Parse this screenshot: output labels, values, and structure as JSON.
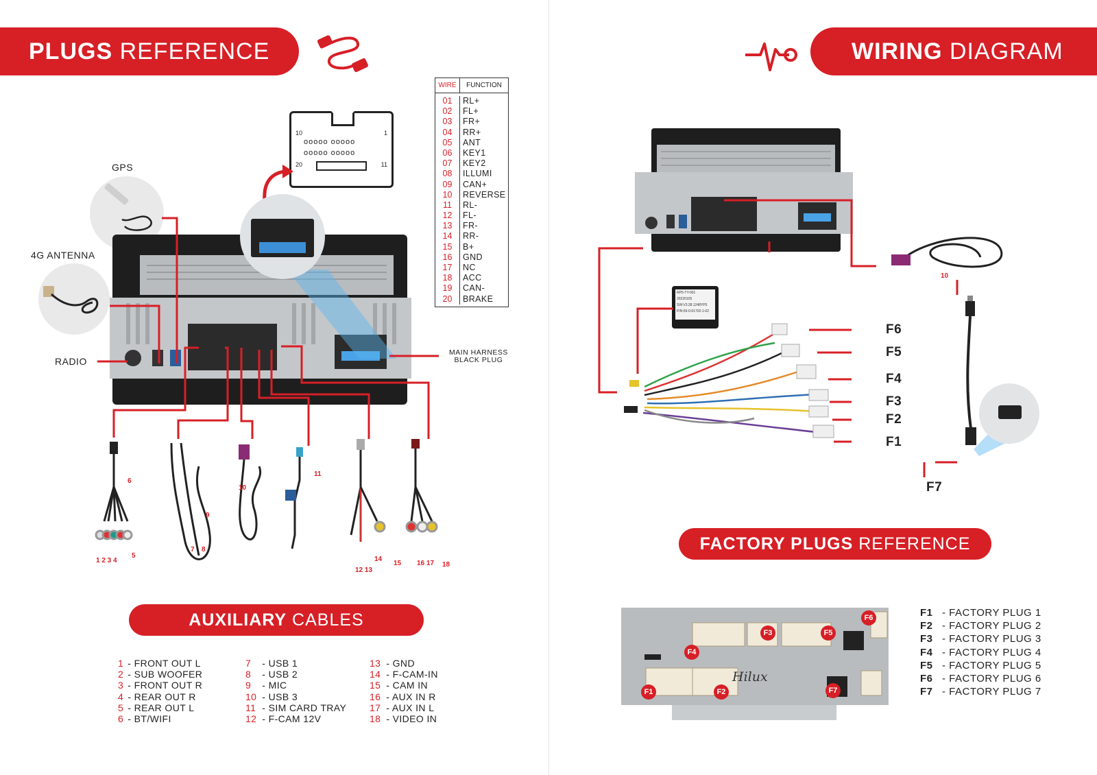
{
  "plugs_reference": {
    "title_bold": "PLUGS",
    "title_rest": " REFERENCE"
  },
  "wiring_diagram": {
    "title_bold": "WIRING",
    "title_rest": " DIAGRAM"
  },
  "factory_plugs_reference": {
    "title_bold": "FACTORY PLUGS",
    "title_rest": " REFERENCE"
  },
  "auxiliary_cables": {
    "title_bold": "AUXILIARY",
    "title_rest": " CABLES"
  },
  "labels": {
    "gps": "GPS",
    "antenna_4g": "4G ANTENNA",
    "radio": "RADIO",
    "main_harness_line1": "MAIN HARNESS",
    "main_harness_line2": "BLACK PLUG"
  },
  "connector_pins": {
    "tl": "10",
    "tr": "1",
    "bl": "20",
    "br": "11",
    "row1": "ooooo    ooooo",
    "row2": "ooooo    ooooo"
  },
  "wire_table": {
    "header_wire": "WIRE",
    "header_function": "FUNCTION",
    "rows": [
      {
        "wire": "01",
        "function": "RL+"
      },
      {
        "wire": "02",
        "function": "FL+"
      },
      {
        "wire": "03",
        "function": "FR+"
      },
      {
        "wire": "04",
        "function": "RR+"
      },
      {
        "wire": "05",
        "function": "ANT"
      },
      {
        "wire": "06",
        "function": "KEY1"
      },
      {
        "wire": "07",
        "function": "KEY2"
      },
      {
        "wire": "08",
        "function": "ILLUMI"
      },
      {
        "wire": "09",
        "function": "CAN+"
      },
      {
        "wire": "10",
        "function": "REVERSE"
      },
      {
        "wire": "11",
        "function": "RL-"
      },
      {
        "wire": "12",
        "function": "FL-"
      },
      {
        "wire": "13",
        "function": "FR-"
      },
      {
        "wire": "14",
        "function": "RR-"
      },
      {
        "wire": "15",
        "function": "B+"
      },
      {
        "wire": "16",
        "function": "GND"
      },
      {
        "wire": "17",
        "function": "NC"
      },
      {
        "wire": "18",
        "function": "ACC"
      },
      {
        "wire": "19",
        "function": "CAN-"
      },
      {
        "wire": "20",
        "function": "BRAKE"
      }
    ]
  },
  "cable_numbers": {
    "c6": "6",
    "c1to5": "1  2  3  4",
    "c5": "5",
    "c9": "9",
    "c7": "7",
    "c8": "8",
    "c10": "10",
    "c11": "11",
    "c12_13": "12 13",
    "c14": "14",
    "c15": "15",
    "c16_17": "16  17",
    "c18": "18",
    "harness10": "10"
  },
  "aux_legend": {
    "col1": [
      {
        "n": "1",
        "label": " - FRONT OUT L"
      },
      {
        "n": "2",
        "label": " - SUB WOOFER"
      },
      {
        "n": "3",
        "label": " - FRONT OUT R"
      },
      {
        "n": "4",
        "label": " - REAR OUT R"
      },
      {
        "n": "5",
        "label": " - REAR OUT L"
      },
      {
        "n": "6",
        "label": " - BT/WIFI"
      }
    ],
    "col2": [
      {
        "n": "7",
        "label": " - USB 1"
      },
      {
        "n": "8",
        "label": " - USB 2"
      },
      {
        "n": "9",
        "label": " - MIC"
      },
      {
        "n": "10",
        "label": " - USB 3"
      },
      {
        "n": "11",
        "label": " - SIM CARD TRAY"
      },
      {
        "n": "12",
        "label": " - F-CAM 12V"
      }
    ],
    "col3": [
      {
        "n": "13",
        "label": " - GND"
      },
      {
        "n": "14",
        "label": " - F-CAM-IN"
      },
      {
        "n": "15",
        "label": " - CAM IN"
      },
      {
        "n": "16",
        "label": " - AUX IN R"
      },
      {
        "n": "17",
        "label": " - AUX IN L"
      },
      {
        "n": "18",
        "label": " - VIDEO IN"
      }
    ]
  },
  "f_callouts": [
    "F6",
    "F5",
    "F4",
    "F3",
    "F2",
    "F1",
    "F7"
  ],
  "factory_plugs": [
    {
      "key": "F1",
      "label": "- FACTORY PLUG 1"
    },
    {
      "key": "F2",
      "label": "- FACTORY PLUG 2"
    },
    {
      "key": "F3",
      "label": "- FACTORY PLUG 3"
    },
    {
      "key": "F4",
      "label": "- FACTORY PLUG 4"
    },
    {
      "key": "F5",
      "label": "- FACTORY PLUG 5"
    },
    {
      "key": "F6",
      "label": "- FACTORY PLUG 6"
    },
    {
      "key": "F7",
      "label": "- FACTORY PLUG 7"
    }
  ],
  "can_box": {
    "line1": "RP5-TY-001",
    "line2": "20220105",
    "line3": "SW:V3.28.1248YP5",
    "line4": "P/N:59-0-01702-1-02"
  },
  "factory_unit_text": "Hilux",
  "colors": {
    "accent": "#d71f26",
    "metal": "#b9bcbf",
    "dark": "#1e1e1e"
  }
}
